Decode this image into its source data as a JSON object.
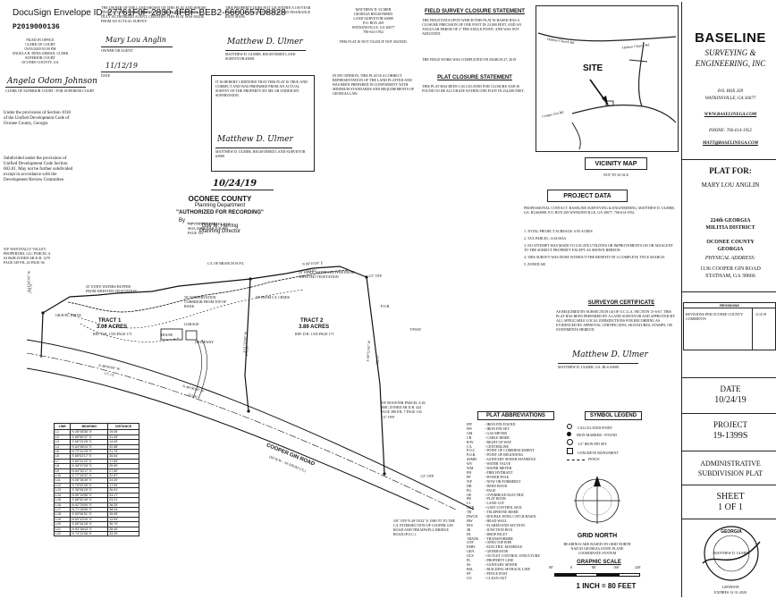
{
  "envelope": {
    "id_line": "DocuSign Envelope ID: 27761F0F-2830-4FBF-BEB2-6660657D8828"
  },
  "recording": {
    "doc_number": "P2019000136",
    "stamp_lines": [
      "FILED IN OFFICE",
      "CLERK OF COURT",
      "03/03/2020 03:50 PM",
      "ANGELA R. DENS ARMAN, CLERK",
      "SUPERIOR COURT",
      "OCONEE COUNTY, GA"
    ],
    "clerk_signature": "Angela Odom Johnson",
    "clerk_caption": "CLERK OF SUPERIOR COURT / FOR SUPERIOR COURT"
  },
  "left_notes": {
    "note1": "Under the provisions of Section 1018 of the Unified Development Code of Oconee County, Georgia",
    "note2": "Subdivided under the provisions of Unified Development Code Section 603.01. May not be further subdivided except in accordance with the Development Review Committee."
  },
  "owner_cert": {
    "text": "THE OWNER OF THE LAND SHOWN ON THIS PLAT AND WHOSE NAME IS SUBSCRIBED HERETO, IN PERSON OR THROUGH A DULY AUTHORIZED AGENT, CERTIFIES THIS PLAT WAS MADE FROM AN ACTUAL SURVEY.",
    "signature": "Mary Lou Anglin",
    "caption": "OWNER OR AGENT",
    "date": "11/12/19",
    "date_caption": "DATE"
  },
  "flood_cert": {
    "text": "THIS PROPERTY DOES NOT LIE WITHIN A 100 YEAR FLOOD PLAIN ACCORDING TO FLOOD INSURANCE RATE MAPS.",
    "signature": "Matthew D. Ulmer",
    "caption": "MATTHEW D. ULMER, REGISTERED LAND SURVEYOR #3008"
  },
  "surveyor_seal": {
    "lines": [
      "MATTHEW D. ULMER",
      "GEORGIA REGISTERED",
      "LAND SURVEYOR #3008",
      "P.O. BOX 269",
      "WATKINSVILLE, GA 30677",
      "706-614-1952"
    ],
    "note": "THIS PLAT IS NOT VALID IF NOT SIGNED."
  },
  "surveyor_cert": {
    "text": "IT IS HEREBY CERTIFIED THAT THIS PLAT IS TRUE AND CORRECT AND WAS PREPARED FROM AN ACTUAL SURVEY OF THE PROPERTY BY ME OR UNDER MY SUPERVISION.",
    "signature": "Matthew D. Ulmer",
    "caption": "MATTHEW D. ULMER, REGISTERED LAND SURVEYOR #3008",
    "date": "10/24/19"
  },
  "opinion": {
    "text": "IN MY OPINION, THIS PLAT IS A CORRECT REPRESENTATION OF THE LAND PLATTED AND HAS BEEN PREPARED IN CONFORMITY WITH MINIMUM STANDARDS AND REQUIREMENTS OF GEORGIA LAW."
  },
  "planning": {
    "county": "OCONEE COUNTY",
    "dept": "Planning Department",
    "stamp": "\"AUTHORIZED FOR RECORDING\"",
    "by": "By",
    "name": "Guy M. Herring",
    "title": "Planning Director"
  },
  "field_closure": {
    "title": "FIELD SURVEY CLOSURE STATEMENT",
    "text": "THE FIELD DATA UPON WHICH THIS PLAT IS BASED HAS A CLOSURE PRECISION OF ONE FOOT IN 23,000 FEET, AND AN ANGULAR ERROR OF 2\" PER ANGLE POINT, AND WAS NOT ADJUSTED.",
    "date_text": "THE FIELD WORK WAS COMPLETED ON MARCH 27, 2019."
  },
  "plat_closure": {
    "title": "PLAT CLOSURE STATEMENT",
    "text": "THIS PLAT HAS BEEN CALCULATED FOR CLOSURE AND IS FOUND TO BE ACCURATE WITHIN ONE FOOT IN 254,000 FEET."
  },
  "vicinity": {
    "title": "VICINITY MAP",
    "subtitle": "NOT TO SCALE",
    "site_label": "SITE",
    "road1": "Hebron Church Rd",
    "road2": "Cooper Gin Rd",
    "road3": "Hebron Church Rd"
  },
  "project_data": {
    "title": "PROJECT DATA",
    "contact": "PROFESSIONAL CONTACT: BASELINE SURVEYING & ENGINEERING, MATTHEW D. ULMER, GA. RLS#3008, P.O. BOX 269 WATKINSVILLE, GA 30677, 706-614-1952",
    "items": [
      "1. TOTAL PROJECT ACREAGE: 6.95 ACRES",
      "2. TAX PARCEL: A 04 063A",
      "3. NO ATTEMPT WAS MADE TO LOCATE UTILITIES OR IMPROVEMENTS ON OR ADJACENT TO THE SUBJECT PROPERTY EXCEPT AS SHOWN HEREON.",
      "4. THIS SURVEY WAS DONE WITHOUT THE BENEFIT OF A COMPLETE TITLE SEARCH.",
      "5. ZONED AR"
    ]
  },
  "surveyor_cert2": {
    "title": "SURVEYOR CERTIFICATE",
    "text": "AS REQUIRED BY SUBSECTION (d) OF O.C.G.A. SECTION 15-6-67, THIS PLAT HAS BEEN PREPARED BY A LAND SURVEYOR AND APPROVED BY ALL APPLICABLE LOCAL JURISDICTIONS FOR RECORDING AS EVIDENCED BY APPROVAL CERTIFICATES, SIGNATURES, STAMPS, OR STATEMENTS HEREON.",
    "signature": "Matthew D. Ulmer",
    "caption": "MATTHEW D. ULMER, GA. RLS #3008"
  },
  "symbol_legend": {
    "title": "SYMBOL LEGEND",
    "items": [
      "CALCULATED POINT",
      "IRON MARKER - FOUND",
      "1/2\" IRON PIN SET",
      "CONCRETE MONUMENT",
      "FENCE"
    ]
  },
  "abbreviations": {
    "title": "PLAT ABBREVIATIONS",
    "items": [
      [
        "IPF",
        "IRON PIN FOUND"
      ],
      [
        "IPS",
        "IRON PIN SET"
      ],
      [
        "GM",
        "GAS METER"
      ],
      [
        "CB",
        "CABLE RISER"
      ],
      [
        "R/W",
        "RIGHT OF WAY"
      ],
      [
        "C/L",
        "CENTERLINE"
      ],
      [
        "P.O.C.",
        "POINT OF COMMENCEMENT"
      ],
      [
        "P.O.B.",
        "POINT OF BEGINNING"
      ],
      [
        "SSMH",
        "SANITARY SEWER MANHOLE"
      ],
      [
        "WV",
        "WATER VALVE"
      ],
      [
        "WM",
        "WATER METER"
      ],
      [
        "FH",
        "FIRE HYDRANT"
      ],
      [
        "PP",
        "POWER POLE"
      ],
      [
        "N/F",
        "NOW OR FORMERLY"
      ],
      [
        "DB",
        "DEED BOOK"
      ],
      [
        "PG",
        "PAGE"
      ],
      [
        "OE",
        "OVERHEAD ELECTRIC"
      ],
      [
        "PB",
        "PLAT BOOK"
      ],
      [
        "LL",
        "LAND LOT"
      ],
      [
        "GCB",
        "GATE CONTROL BOX"
      ],
      [
        "TB",
        "TELEPHONE RISER"
      ],
      [
        "DWCB",
        "DOUBLE WING CATCH BASIN"
      ],
      [
        "HW",
        "HEAD WALL"
      ],
      [
        "FES",
        "FLARED END SECTION"
      ],
      [
        "JB",
        "JUNCTION BOX"
      ],
      [
        "DI",
        "DROP INLET"
      ],
      [
        "TRANS",
        "TRANSFORMER"
      ],
      [
        "OTP",
        "OPEN TOP PIPE"
      ],
      [
        "EMH",
        "ELECTRIC MANHOLE"
      ],
      [
        "GEN",
        "GENERATOR"
      ],
      [
        "OCS",
        "OUTLET CONTROL STRUCTURE"
      ],
      [
        "PL",
        "PROPERTY LINE"
      ],
      [
        "SS",
        "SANITARY SEWER"
      ],
      [
        "BSL",
        "BUILDING SETBACK LINE"
      ],
      [
        "FP",
        "FENCE POST"
      ],
      [
        "CO",
        "CLEAN OUT"
      ]
    ]
  },
  "north": {
    "label": "GRID NORTH",
    "note": "BEARINGS ARE BASED ON GRID NORTH NAD 83 GEORGIA STATE PLANE COORDINATE SYSTEM"
  },
  "scale": {
    "title": "GRAPHIC SCALE",
    "ticks": [
      "80'",
      "0",
      "80'",
      "160'",
      "240'"
    ],
    "text": "1 INCH = 80 FEET"
  },
  "line_table": {
    "headers": [
      "LINE",
      "BEARING",
      "DISTANCE"
    ],
    "rows": [
      [
        "L1",
        "N 26°58'36\" E",
        "19.05'"
      ],
      [
        "L2",
        "S 85°59'37\" E",
        "31.49'"
      ],
      [
        "L3",
        "S 66°23'26\" E",
        "14.09'"
      ],
      [
        "L4",
        "N 84°58'24\" E",
        "20.88'"
      ],
      [
        "L5",
        "N 72°41'25\" E",
        "21.79'"
      ],
      [
        "L6",
        "S 88°02'17\" E",
        "25.54'"
      ],
      [
        "L7",
        "S 60°31'22\" E",
        "17.83'"
      ],
      [
        "L8",
        "N 38°57'05\" E",
        "25.90'"
      ],
      [
        "L9",
        "N 64°30'17\" E",
        "27.50'"
      ],
      [
        "L10",
        "S 77°15'37\" E",
        "22.87'"
      ],
      [
        "L11",
        "N 56°36'49\" E",
        "24.30'"
      ],
      [
        "L12",
        "S 75°02'05\" E",
        "17.90'"
      ],
      [
        "L13",
        "S 36°06'29\" E",
        "26.91'"
      ],
      [
        "L14",
        "N 59°15'55\" E",
        "33.17'"
      ],
      [
        "L15",
        "S 86°52'49\" E",
        "23.21'"
      ],
      [
        "L16",
        "N 42°29'00\" E",
        "38.25'"
      ],
      [
        "L17",
        "N 71°28'50\" E",
        "38.04'"
      ],
      [
        "L18",
        "S 50°06'51\" E",
        "39.95'"
      ],
      [
        "L19",
        "N 63°43'20\" E",
        "12.54'"
      ],
      [
        "L20",
        "S 85°34'28\" E",
        "36.70'"
      ],
      [
        "L21",
        "N 83°38'43\" E",
        "28.40'"
      ],
      [
        "L22",
        "N 74°11'06\" E",
        "33.20'"
      ]
    ]
  },
  "plat_labels": {
    "tract1": "TRACT 1",
    "tract1_acres": "3.06 ACRES",
    "tract1_ref": "REF. D.B. 1335 PAGE 171",
    "tract2": "TRACT 2",
    "tract2_acres": "3.89 ACRES",
    "tract2_ref": "REF. D.B. 1335 PAGE 171",
    "road": "COOPER GIN ROAD",
    "road_rw": "(60' R/W - 30' FROM C/L)",
    "buffer1": "25' STATE WATERS BUFFER FROM WRESTED VEGETATION",
    "buffer2": "25' STATE WATERS BUFFER FROM WRESTED VEGETATION",
    "conservation": "50' CONSERVATION CORRIDOR FROM TOP OF BANK",
    "creek": "50' FROM C/L CREEK",
    "creek_label": "C/L OF BRANCH IS P/L",
    "adjacent_left": "N/F WATONALLY VALLEY PROPERTIES, LLC PARCEL A 04 062B ZONED AR D.B. 1279 PAGE 549 P.B. 24 PAGE 94",
    "adjacent_top": "N/F COOPER PARCEL A 04 063A ZONED AR D.B. 593 PAGE 133",
    "adjacent_right": "N/F BOOSTER PARCEL A 02 068C ZONED AR D.B. 424 PAGE 380 P.B. 7 PAGE 156",
    "house": "HOUSE",
    "garage": "GARAGE",
    "driveway": "DRIVEWAY",
    "gravel": "GRAVEL DRIVE",
    "pob": "P.O.B.",
    "poc": "3/8\" OTP N 49°18'22\" E 1980.70' TO THE C/L INTERSECTION OF COOPER GIN ROAD AND TREADWELL BRIDGE ROAD (P.O.C.)",
    "pin1": "1/2\" OTP",
    "pin2": "1/2\" OTP",
    "pin3": "1/2\" OTP",
    "post": "T-POST",
    "brg_top": "N 86°10'28\" E",
    "dist_top": "213.61'",
    "brg_road1": "N 48°06'00\" W",
    "brg_road2": "N 48°06'00\" W",
    "dist_road1": "222.81'",
    "dist_road2": "177.13'",
    "brg_mid": "S 11°22'05\" W",
    "dist_mid": "474.93'",
    "brg_right": "S 06°52'42\" W",
    "dist_right": "382.57'",
    "brg_left": "S 11°45'05\" W",
    "dist_left": "278.31'"
  },
  "title_block": {
    "company": "BASELINE",
    "company2": "SURVEYING &",
    "company3": "ENGINEERING, INC",
    "address": "P.O. BOX 269",
    "city": "WATKINSVILLE, GA 30677",
    "web": "WWW.BASELINEGA.COM",
    "phone": "PHONE: 706-614-1952",
    "email": "MATT@BASELINEGA.COM",
    "plat_for": "PLAT FOR:",
    "client": "MARY LOU ANGLIN",
    "district1": "224th GEORGIA",
    "district2": "MILITIA DISTRICT",
    "county1": "OCONEE COUNTY",
    "county2": "GEORGIA",
    "phys": "PHYSICAL ADDRESS:",
    "addr1": "1136 COOPER GIN ROAD",
    "addr2": "STATHAM, GA 30666",
    "rev_title": "REVISIONS",
    "rev_text": "REVISIONS PER OCONEE COUNTY COMMENTS",
    "rev_date": "11/4/19",
    "date_label": "DATE",
    "date": "10/24/19",
    "project_label": "PROJECT",
    "project": "19-1399S",
    "type1": "ADMINISTRATIVE",
    "type2": "SUBDIVISION PLAT",
    "sheet_label": "SHEET",
    "sheet": "1 OF 1",
    "seal_name": "GEORGIA",
    "seal_text": "MATTHEW D. ULMER",
    "seal_num": "LSF000198",
    "expires": "EXPIRES 12-31-2020"
  }
}
